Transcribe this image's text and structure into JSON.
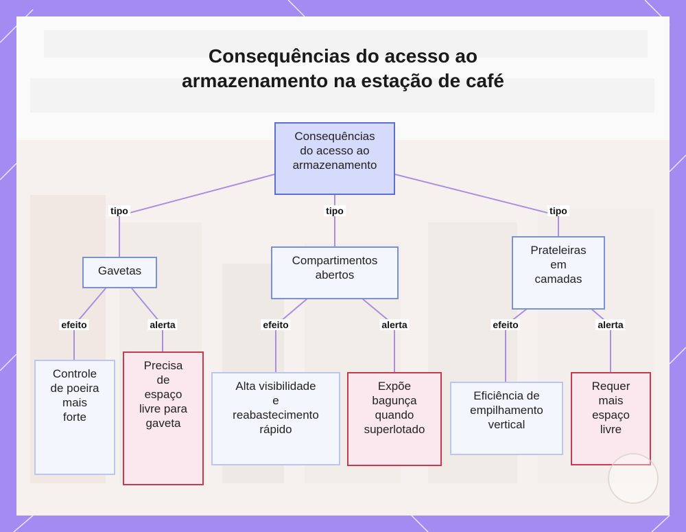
{
  "title": [
    "Consequências do acesso ao",
    "armazenamento na estação de café"
  ],
  "colors": {
    "frame": "#a48bf2",
    "connector": "#a98ee0",
    "root_fill": "#d7dbfb",
    "category_fill": "#f4f6fe",
    "effect_fill": "#f4f6fe",
    "alert_fill": "#fbe8ee",
    "alert_border": "#c9394d"
  },
  "root": {
    "lines": [
      "Consequências",
      "do acesso ao",
      "armazenamento"
    ]
  },
  "edge_labels": {
    "type": "tipo",
    "effect": "efeito",
    "alert": "alerta"
  },
  "branches": [
    {
      "category": {
        "lines": [
          "Gavetas"
        ]
      },
      "effect": {
        "lines": [
          "Controle",
          "de poeira",
          "mais",
          "forte"
        ]
      },
      "alert": {
        "lines": [
          "Precisa",
          "de",
          "espaço",
          "livre para",
          "gaveta"
        ]
      }
    },
    {
      "category": {
        "lines": [
          "Compartimentos",
          "abertos"
        ]
      },
      "effect": {
        "lines": [
          "Alta visibilidade",
          "e",
          "reabastecimento",
          "rápido"
        ]
      },
      "alert": {
        "lines": [
          "Expõe",
          "bagunça",
          "quando",
          "superlotado"
        ]
      }
    },
    {
      "category": {
        "lines": [
          "Prateleiras",
          "em",
          "camadas"
        ]
      },
      "effect": {
        "lines": [
          "Eficiência de",
          "empilhamento",
          "vertical"
        ]
      },
      "alert": {
        "lines": [
          "Requer",
          "mais",
          "espaço",
          "livre"
        ]
      }
    }
  ]
}
